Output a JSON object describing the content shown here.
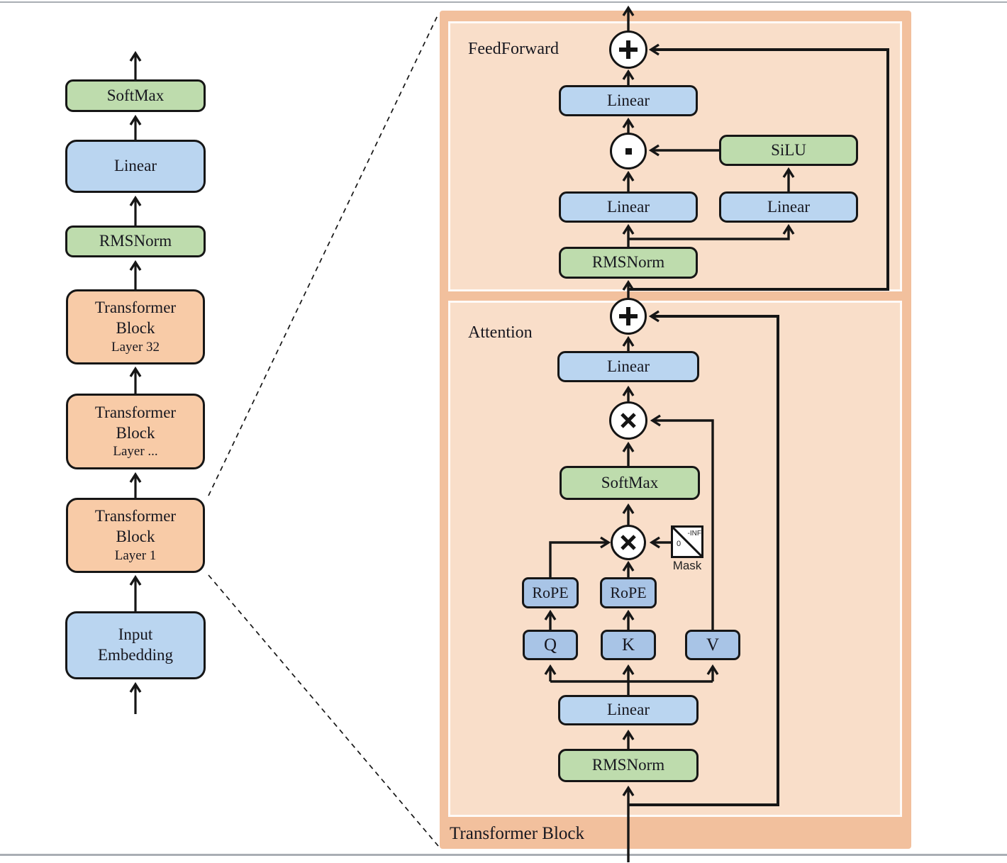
{
  "left_column": {
    "softmax": "SoftMax",
    "linear": "Linear",
    "rmsnorm": "RMSNorm",
    "block32": {
      "line1": "Transformer",
      "line2": "Block",
      "line3": "Layer 32"
    },
    "block_dots": {
      "line1": "Transformer",
      "line2": "Block",
      "line3": "Layer ..."
    },
    "block1": {
      "line1": "Transformer",
      "line2": "Block",
      "line3": "Layer 1"
    },
    "input_embedding": "Input Embedding"
  },
  "panel": {
    "title": "Transformer Block",
    "feedforward": {
      "label": "FeedForward",
      "linear_out": "Linear",
      "silu": "SiLU",
      "linear_gate": "Linear",
      "linear_up": "Linear",
      "rmsnorm": "RMSNorm"
    },
    "attention": {
      "label": "Attention",
      "linear_out": "Linear",
      "softmax": "SoftMax",
      "mask_label": "Mask",
      "mask_zero": "0",
      "mask_neg_inf": "-INF",
      "rope_q": "RoPE",
      "rope_k": "RoPE",
      "q": "Q",
      "k": "K",
      "v": "V",
      "linear_in": "Linear",
      "rmsnorm": "RMSNorm"
    }
  },
  "icons": {
    "add": "circle-plus",
    "multiply": "circle-cross",
    "elementwise_product": "circle-dot"
  },
  "colors": {
    "panel_outer": "#f2c09d",
    "panel_section": "#f9dec9",
    "box_blue": "#bad5f0",
    "box_blue_dark": "#a8c4e6",
    "box_green": "#bedcad",
    "box_orange": "#f8cba7",
    "line": "#161616"
  }
}
